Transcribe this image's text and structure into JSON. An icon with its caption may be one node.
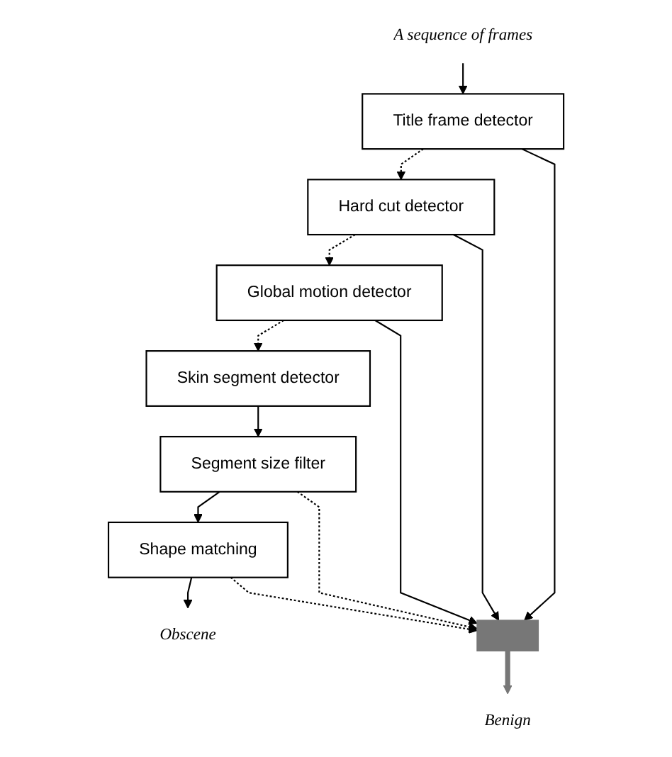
{
  "diagram": {
    "nodes": [
      {
        "text": [
          "A sequence of frames"
        ]
      },
      {
        "text": [
          "Title frame detector"
        ]
      },
      {
        "text": [
          "Hard cut detector"
        ]
      },
      {
        "text": [
          "Global motion detector"
        ]
      },
      {
        "text": [
          "Skin segment detector"
        ]
      },
      {
        "text": [
          "Segment size filter"
        ]
      },
      {
        "text": [
          "Shape matching"
        ]
      },
      {
        "text": [
          "Obscene"
        ]
      },
      {
        "text": [],
        "shape": "bar"
      },
      {
        "text": [
          "Benign"
        ]
      }
    ],
    "edges": [
      {
        "from": 0,
        "to": 1,
        "arrow": "to"
      },
      {
        "from": 1,
        "to": 2,
        "arrow": "to",
        "style": "dashed"
      },
      {
        "from": 2,
        "to": 3,
        "arrow": "to",
        "style": "dashed"
      },
      {
        "from": 3,
        "to": 4,
        "arrow": "to",
        "style": "dashed"
      },
      {
        "from": 4,
        "to": 5,
        "arrow": "to"
      },
      {
        "from": 5,
        "to": 6,
        "arrow": "to"
      },
      {
        "from": 6,
        "to": 7,
        "arrow": "to"
      },
      {
        "from": 1,
        "to": 8,
        "arrow": "to"
      },
      {
        "from": 2,
        "to": 8,
        "arrow": "to"
      },
      {
        "from": 3,
        "to": 8,
        "arrow": "to"
      },
      {
        "from": 5,
        "to": 8,
        "arrow": "to",
        "style": "dashed"
      },
      {
        "from": 6,
        "to": 8,
        "arrow": "to",
        "style": "dashed"
      },
      {
        "from": 8,
        "to": 9,
        "arrow": "to",
        "style": "thick",
        "color": "#777777"
      }
    ]
  }
}
